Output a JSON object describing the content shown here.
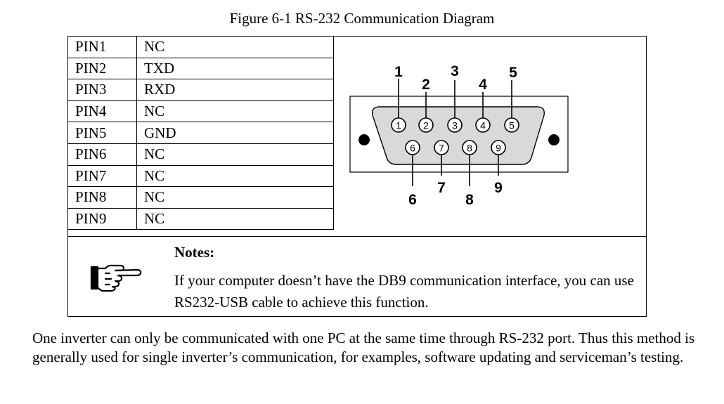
{
  "figure_title": "Figure 6-1 RS-232 Communication Diagram",
  "pins": [
    {
      "pin": "PIN1",
      "signal": "NC"
    },
    {
      "pin": "PIN2",
      "signal": "TXD"
    },
    {
      "pin": "PIN3",
      "signal": "RXD"
    },
    {
      "pin": "PIN4",
      "signal": "NC"
    },
    {
      "pin": "PIN5",
      "signal": "GND"
    },
    {
      "pin": "PIN6",
      "signal": "NC"
    },
    {
      "pin": "PIN7",
      "signal": "NC"
    },
    {
      "pin": "PIN8",
      "signal": "NC"
    },
    {
      "pin": "PIN9",
      "signal": "NC"
    }
  ],
  "diagram": {
    "top_labels": [
      "1",
      "2",
      "3",
      "4",
      "5"
    ],
    "bottom_labels": [
      "6",
      "7",
      "8",
      "9"
    ],
    "top_circles": [
      "1",
      "2",
      "3",
      "4",
      "5"
    ],
    "bottom_circles": [
      "6",
      "7",
      "8",
      "9"
    ]
  },
  "notes": {
    "icon": "pointing-hand-icon",
    "title": "Notes:",
    "text": "If your computer doesn’t have the DB9 communication interface, you can use RS232-USB cable to achieve this function."
  },
  "paragraph": "One inverter can only be communicated with one PC at the same time through RS-232 port. Thus this method is generally used for single inverter’s communication, for examples, software updating and serviceman’s testing."
}
